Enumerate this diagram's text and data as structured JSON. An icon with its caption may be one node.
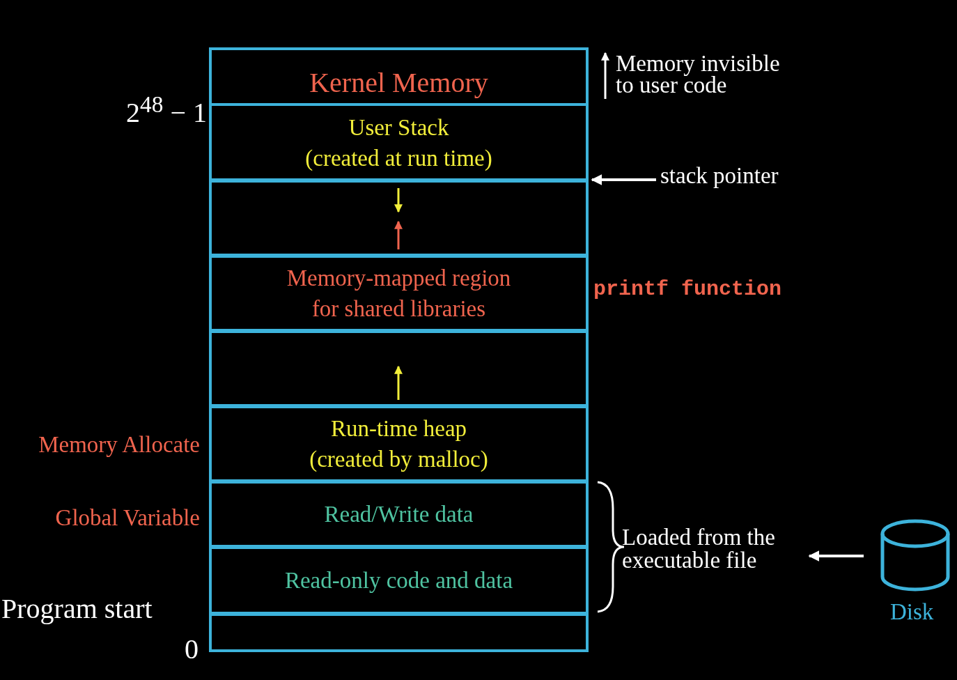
{
  "diagram": {
    "nodes": [
      {
        "text": [
          "Kernel Memory"
        ]
      },
      {
        "text": [
          "User Stack",
          "(created at run time)"
        ]
      },
      {
        "text": [],
        "shape": "box"
      },
      {
        "text": [
          "Memory-mapped region for shared libraries"
        ]
      },
      {
        "text": [],
        "shape": "box"
      },
      {
        "text": [
          "Run-time heap",
          "(created by malloc)"
        ]
      },
      {
        "text": [
          "Read/Write data"
        ]
      },
      {
        "text": [
          "Read-only code and data"
        ]
      },
      {
        "text": [],
        "shape": "box"
      },
      {
        "text": [],
        "shape": "cylinder",
        "beside": [
          "Disk"
        ]
      },
      {
        "text": [
          "stack pointer"
        ]
      },
      {
        "text": [
          "Loaded from the executable file"
        ]
      }
    ],
    "edges": [
      {
        "from": 10,
        "to": 1,
        "arrow": "to"
      },
      {
        "from": 9,
        "to": 11,
        "arrow": "to"
      }
    ],
    "labels": [
      "Memory invisible to user code",
      "2$^{48}$ − 1",
      "printf function",
      "Memory Allocate",
      "Global Variable",
      "Program start",
      "0"
    ]
  }
}
